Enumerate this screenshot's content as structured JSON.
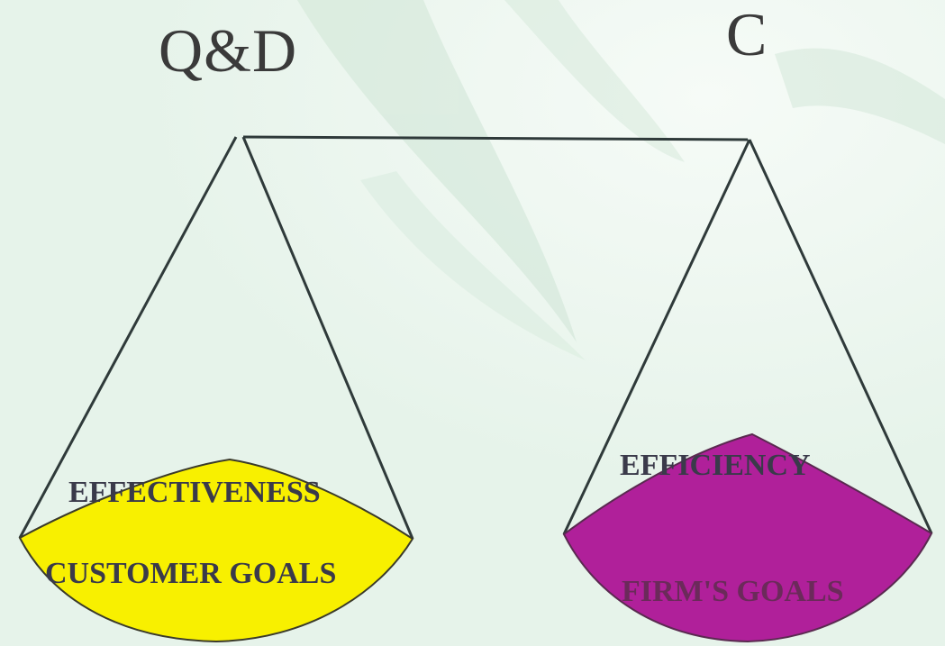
{
  "headings": {
    "left": "Q&D",
    "right": "C"
  },
  "left_pan": {
    "top_label": "EFFECTIVENESS",
    "bottom_label": "CUSTOMER GOALS",
    "fill_color": "#f8f000"
  },
  "right_pan": {
    "top_label": "EFFICIENCY",
    "bottom_label": "FIRM'S GOALS",
    "fill_color": "#b0209a"
  },
  "colors": {
    "background": "#e9f5ec",
    "lines": "#2f3a3a",
    "decor": "#cfe5d6"
  }
}
